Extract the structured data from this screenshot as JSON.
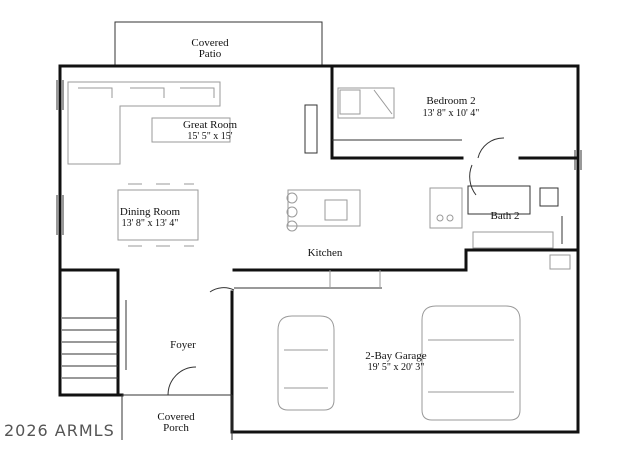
{
  "rooms": {
    "covered_patio": {
      "name_line1": "Covered",
      "name_line2": "Patio"
    },
    "bedroom_2": {
      "name": "Bedroom 2",
      "dims": "13' 8\" x 10' 4\""
    },
    "great_room": {
      "name": "Great Room",
      "dims": "15' 5\" x 15'"
    },
    "dining_room": {
      "name": "Dining Room",
      "dims": "13' 8\" x 13' 4\""
    },
    "kitchen": {
      "name": "Kitchen"
    },
    "bath_2": {
      "name": "Bath 2"
    },
    "foyer": {
      "name": "Foyer"
    },
    "garage": {
      "name": "2-Bay Garage",
      "dims": "19' 5\" x 20' 3\""
    },
    "covered_porch": {
      "name_line1": "Covered",
      "name_line2": "Porch"
    }
  },
  "watermark": "2026 ARMLS"
}
